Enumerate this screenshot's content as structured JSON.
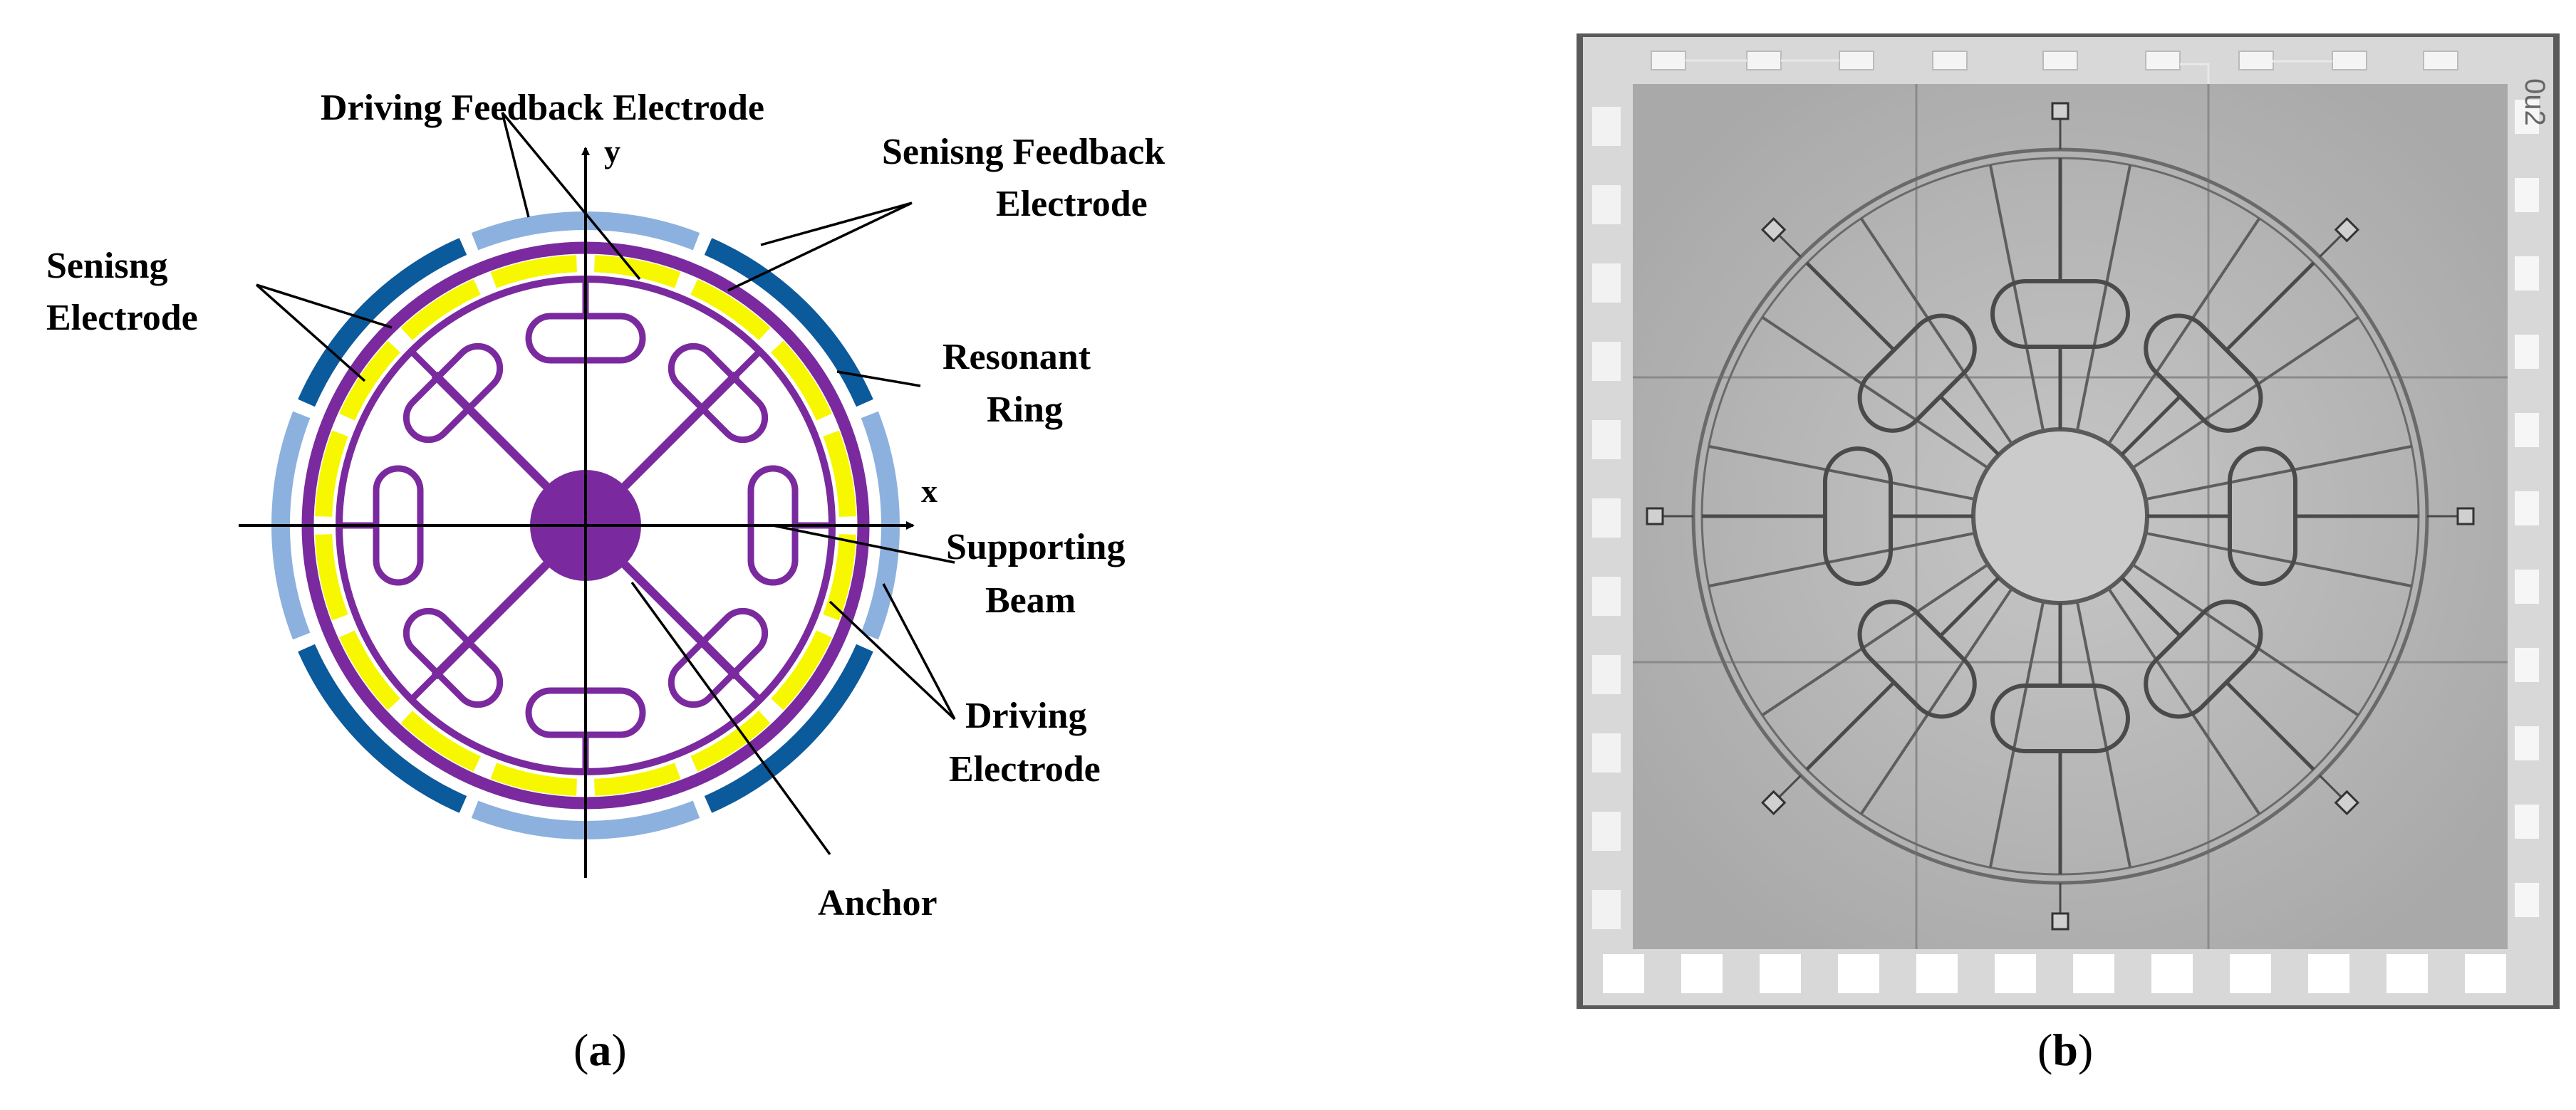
{
  "panel_a": {
    "caption_open": "(",
    "caption_letter": "a",
    "caption_close": ")",
    "axis_x": "x",
    "axis_y": "y",
    "labels": {
      "driving_feedback_electrode": "Driving Feedback Electrode",
      "sensing_feedback_electrode_1": "Senisng Feedback",
      "sensing_feedback_electrode_2": "Electrode",
      "sensing_electrode_1": "Senisng",
      "sensing_electrode_2": "Electrode",
      "resonant_ring_1": "Resonant",
      "resonant_ring_2": "Ring",
      "supporting_beam_1": "Supporting",
      "supporting_beam_2": "Beam",
      "driving_electrode_1": "Driving",
      "driving_electrode_2": "Electrode",
      "anchor": "Anchor"
    },
    "colors": {
      "ring": "#7a2a9e",
      "anchor": "#7a2a9e",
      "yellow_electrode": "#f7f700",
      "light_blue_electrode": "#8cb1de",
      "dark_blue_electrode": "#0b5a9c"
    }
  },
  "panel_b": {
    "caption_open": "(",
    "caption_letter": "b",
    "caption_close": ")",
    "chip_mark": "0u2"
  }
}
